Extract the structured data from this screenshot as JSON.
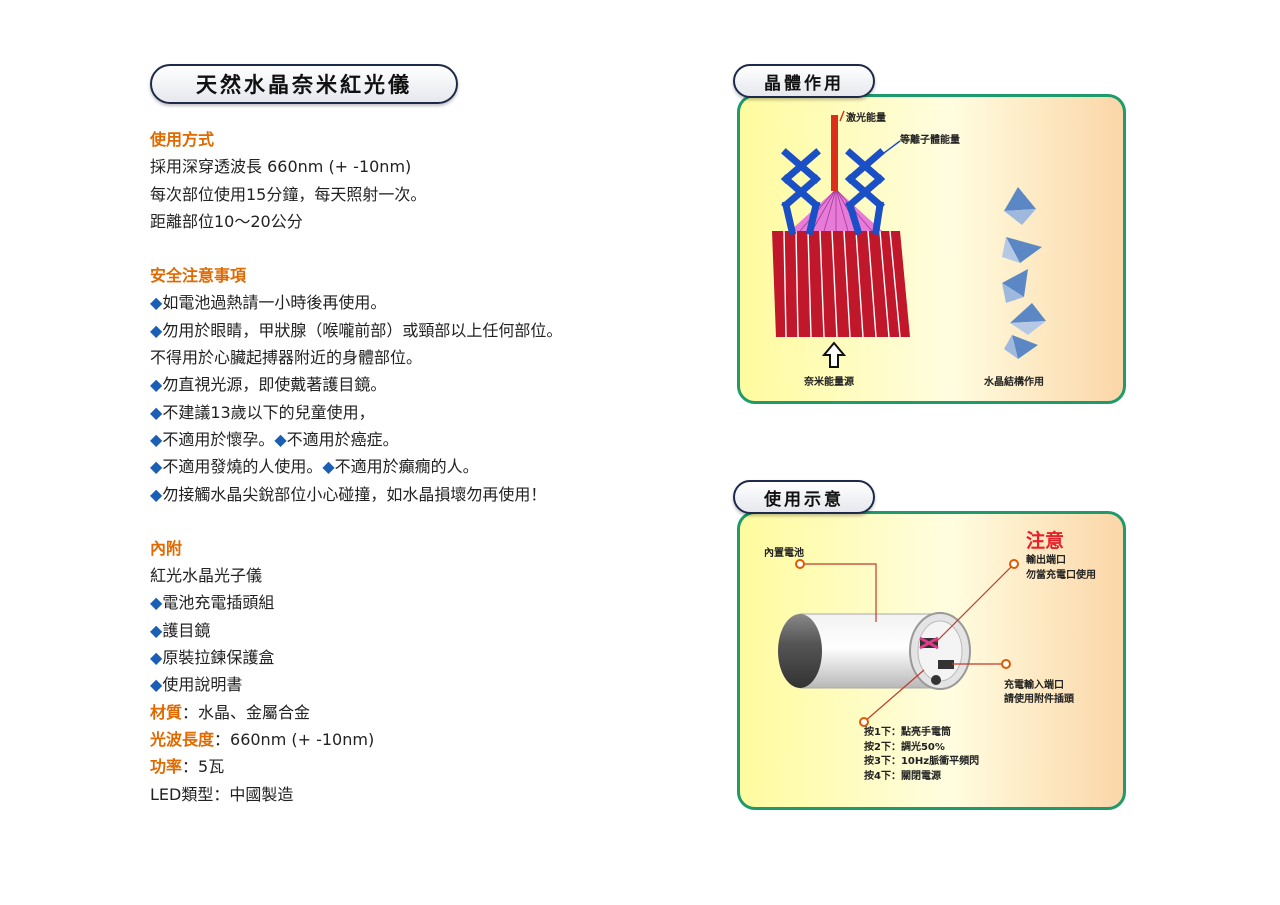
{
  "title": "天然水晶奈米紅光儀",
  "usage": {
    "heading": "使用方式",
    "lines": [
      "採用深穿透波長 660nm (+ -10nm)",
      "每次部位使用15分鐘，每天照射一次。",
      "距離部位10～20公分"
    ]
  },
  "safety": {
    "heading": "安全注意事項",
    "l1": "如電池過熱請一小時後再使用。",
    "l2": "勿用於眼睛，甲狀腺（喉嚨前部）或頸部以上任何部位。",
    "l3": "不得用於心臟起搏器附近的身體部位。",
    "l4": "勿直視光源，即使戴著護目鏡。",
    "l5": "不建議13歲以下的兒童使用，",
    "l6a": "不適用於懷孕。",
    "l6b": "不適用於癌症。",
    "l7a": "不適用發燒的人使用。",
    "l7b": "不適用於癲癇的人。",
    "l8": "勿接觸水晶尖銳部位小心碰撞，如水晶損壞勿再使用！"
  },
  "contents": {
    "heading": "內附",
    "line0": "紅光水晶光子儀",
    "items": [
      "電池充電插頭組",
      "護目鏡",
      "原裝拉鍊保護盒",
      "使用說明書"
    ]
  },
  "specs": {
    "material_label": "材質",
    "material_value": "：水晶、金屬合金",
    "wavelength_label": "光波長度",
    "wavelength_value": "：660nm (+ -10nm)",
    "power_label": "功率",
    "power_value": "：5瓦",
    "led": "LED類型：中國製造"
  },
  "crystal_panel": {
    "tab": "晶體作用",
    "laser_label": "激光能量",
    "plasma_label": "等離子體能量",
    "nano_label": "奈米能量源",
    "crystal_label": "水晶結構作用"
  },
  "usage_panel": {
    "tab": "使用示意",
    "battery_label": "內置電池",
    "note_title": "注意",
    "output_port": "輸出端口",
    "output_warning": "勿當充電口使用",
    "charge_port": "充電輸入端口",
    "charge_note": "請使用附件插頭",
    "steps": [
      "按1下：點亮手電筒",
      "按2下：調光50%",
      "按3下：10Hz脈衝平頻閃",
      "按4下：關閉電源"
    ]
  },
  "colors": {
    "accent": "#e06a00",
    "panel_border": "#1f9a6a",
    "bullet": "#1a5fb4",
    "note": "#e8202a"
  },
  "icons": {
    "bullet": "diamond-bullet-icon",
    "arrow": "arrow-up-icon"
  }
}
